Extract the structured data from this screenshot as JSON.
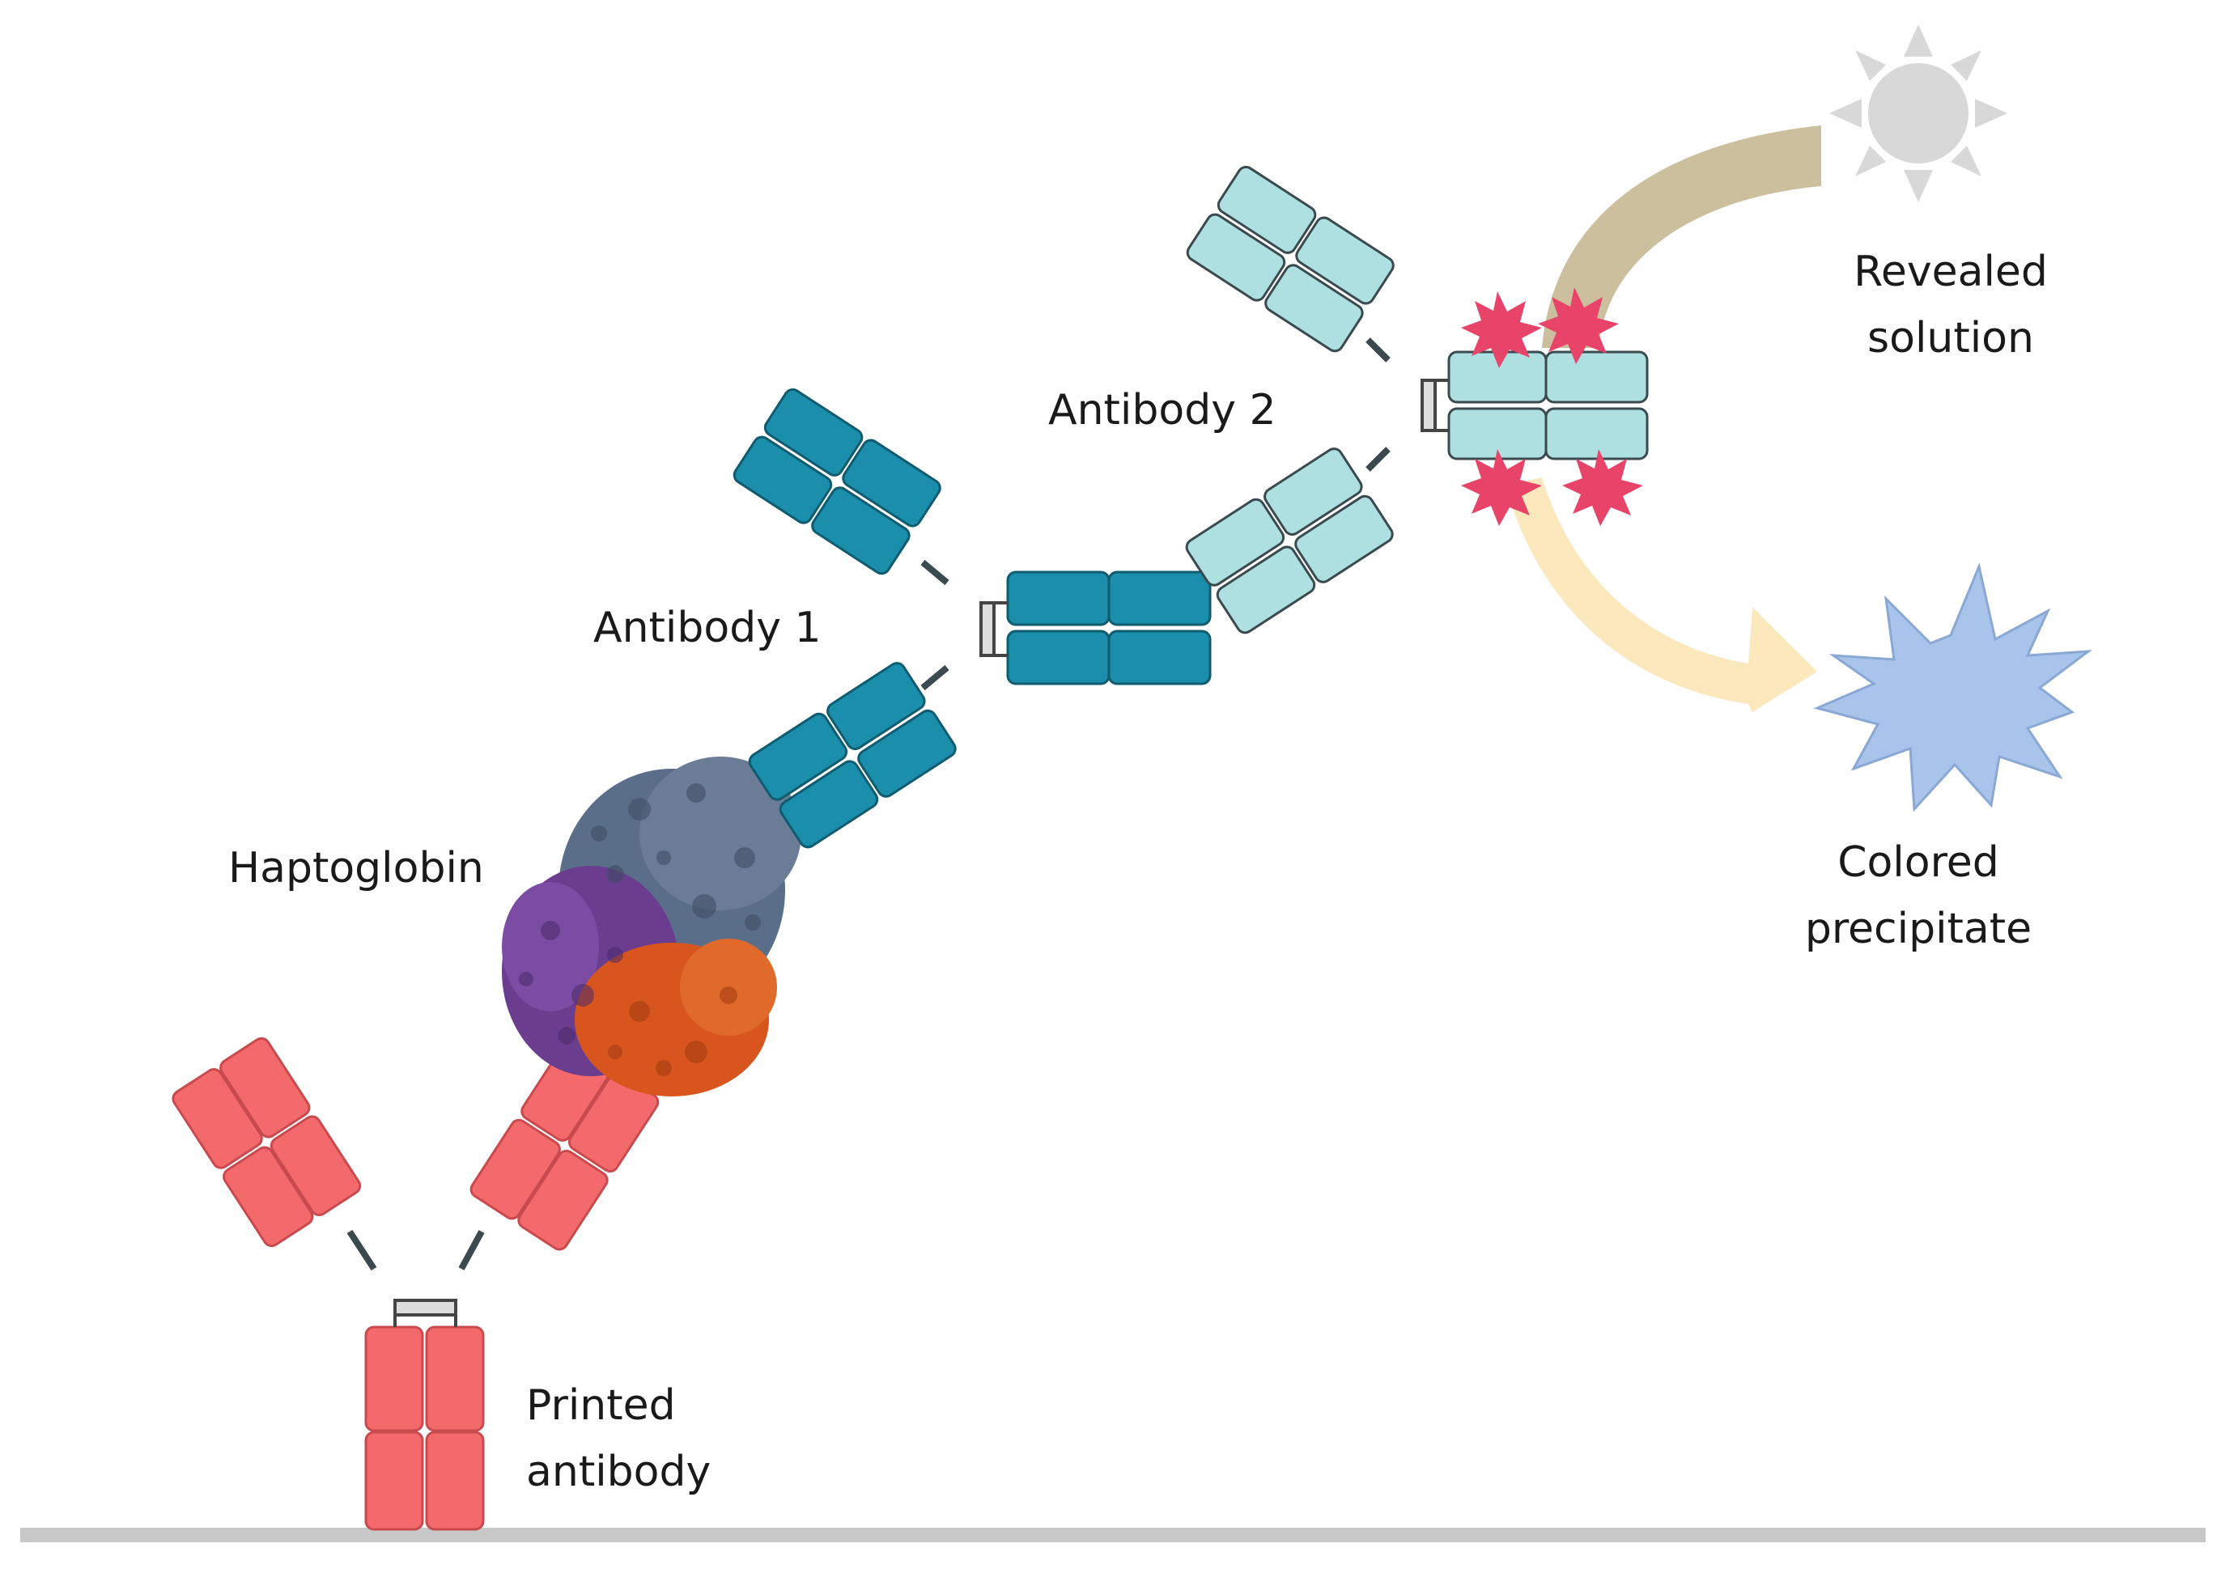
{
  "labels": {
    "printed_antibody": [
      "Printed",
      "antibody"
    ],
    "haptoglobin": "Haptoglobin",
    "antibody1": "Antibody 1",
    "antibody2": "Antibody 2",
    "revealed_solution": [
      "Revealed",
      "solution"
    ],
    "colored_precipitate": [
      "Colored",
      "precipitate"
    ]
  },
  "colors": {
    "printed_antibody": "#f46a6c",
    "antibody1": "#1a8eaa",
    "antibody2": "#aee0e2",
    "outline": "#3a4a4e",
    "surface": "#c8c8c8",
    "star_marker": "#e8446a",
    "sun": "#d8d8d8",
    "arrow_revealed": "#cbbf9e",
    "arrow_precipitate": "#fbe9bd",
    "precipitate": "#a9c4ea",
    "haptoglobin_blue": "#5a6e8a",
    "haptoglobin_purple": "#6a3d8f",
    "haptoglobin_orange": "#d8561e"
  }
}
